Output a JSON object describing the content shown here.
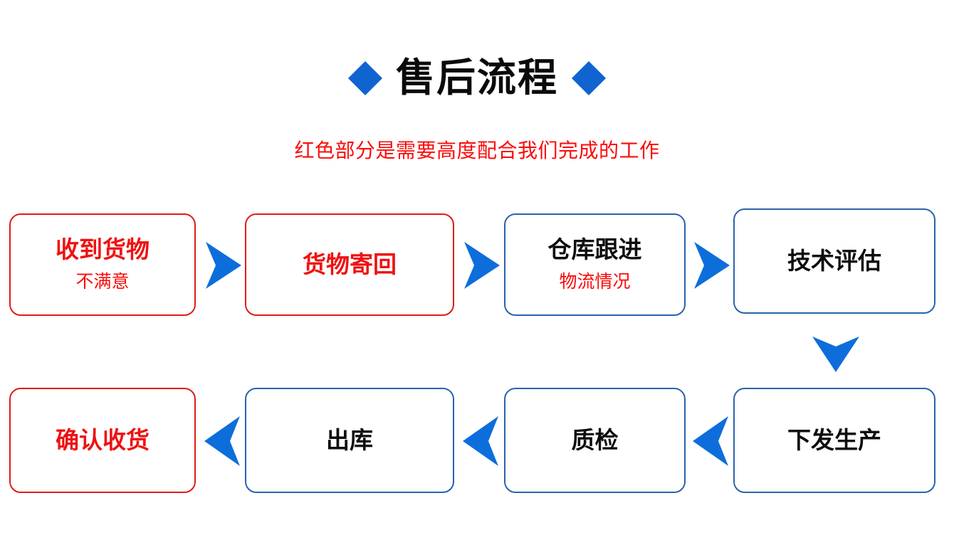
{
  "header": {
    "title": "售后流程",
    "subtitle": "红色部分是需要高度配合我们完成的工作",
    "left_diamond": "diamond-icon",
    "right_diamond": "diamond-icon"
  },
  "colors": {
    "accent_blue": "#1064d0",
    "arrow_blue": "#0d6edb",
    "box_border_blue": "#2a63ab",
    "box_border_red": "#e01b1b",
    "text_red": "#ef1111",
    "text_black": "#0d0d0d",
    "subtitle_red": "#fb0a0a",
    "background": "#ffffff"
  },
  "flow": {
    "top_row": [
      {
        "id": "step-1",
        "main": "收到货物",
        "sub": "不满意",
        "border": "red",
        "main_color": "red"
      },
      {
        "id": "step-2",
        "main": "货物寄回",
        "sub": "",
        "border": "red",
        "main_color": "red"
      },
      {
        "id": "step-3",
        "main": "仓库跟进",
        "sub": "物流情况",
        "border": "blue",
        "main_color": "black"
      },
      {
        "id": "step-4",
        "main": "技术评估",
        "sub": "",
        "border": "blue",
        "main_color": "black"
      }
    ],
    "bottom_row": [
      {
        "id": "step-8",
        "main": "确认收货",
        "sub": "",
        "border": "red",
        "main_color": "red"
      },
      {
        "id": "step-7",
        "main": "出库",
        "sub": "",
        "border": "blue",
        "main_color": "black"
      },
      {
        "id": "step-6",
        "main": "质检",
        "sub": "",
        "border": "blue",
        "main_color": "black"
      },
      {
        "id": "step-5",
        "main": "下发生产",
        "sub": "",
        "border": "blue",
        "main_color": "black"
      }
    ],
    "arrows": [
      {
        "id": "arrow-1",
        "direction": "right",
        "from": "收到货物",
        "to": "货物寄回"
      },
      {
        "id": "arrow-2",
        "direction": "right",
        "from": "货物寄回",
        "to": "仓库跟进"
      },
      {
        "id": "arrow-3",
        "direction": "right",
        "from": "仓库跟进",
        "to": "技术评估"
      },
      {
        "id": "arrow-4",
        "direction": "down",
        "from": "技术评估",
        "to": "下发生产"
      },
      {
        "id": "arrow-5",
        "direction": "left",
        "from": "下发生产",
        "to": "质检"
      },
      {
        "id": "arrow-6",
        "direction": "left",
        "from": "质检",
        "to": "出库"
      },
      {
        "id": "arrow-7",
        "direction": "left",
        "from": "出库",
        "to": "确认收货"
      }
    ]
  }
}
